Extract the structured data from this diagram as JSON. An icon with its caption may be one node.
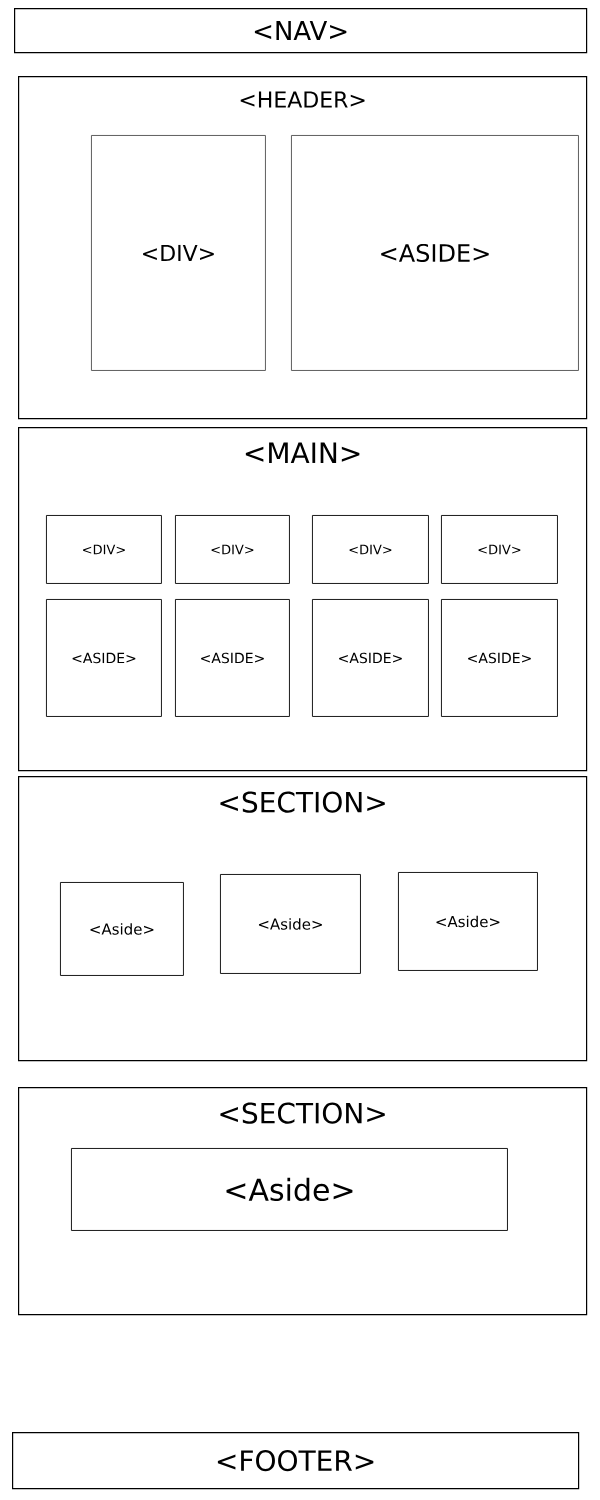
{
  "diagram": {
    "nodes": [
      {
        "text": [
          "<NAV>"
        ]
      },
      {
        "text": [
          "<HEADER>"
        ]
      },
      {
        "text": [
          "<DIV>"
        ],
        "in": 1
      },
      {
        "text": [
          "<ASIDE>"
        ],
        "in": 1
      },
      {
        "text": [
          "<MAIN>"
        ]
      },
      {
        "text": [
          "<DIV>"
        ],
        "in": 4
      },
      {
        "text": [
          "<DIV>"
        ],
        "in": 4
      },
      {
        "text": [
          "<DIV>"
        ],
        "in": 4
      },
      {
        "text": [
          "<DIV>"
        ],
        "in": 4
      },
      {
        "text": [
          "<ASIDE>"
        ],
        "in": 4
      },
      {
        "text": [
          "<ASIDE>"
        ],
        "in": 4
      },
      {
        "text": [
          "<ASIDE>"
        ],
        "in": 4
      },
      {
        "text": [
          "<ASIDE>"
        ],
        "in": 4
      },
      {
        "text": [
          "<SECTION>"
        ]
      },
      {
        "text": [
          "<Aside>"
        ],
        "in": 13
      },
      {
        "text": [
          "<Aside>"
        ],
        "in": 13
      },
      {
        "text": [
          "<Aside>"
        ],
        "in": 13
      },
      {
        "text": [
          "<SECTION>"
        ]
      },
      {
        "text": [
          "<Aside>"
        ],
        "in": 17
      },
      {
        "text": [
          "<FOOTER>"
        ]
      }
    ]
  }
}
